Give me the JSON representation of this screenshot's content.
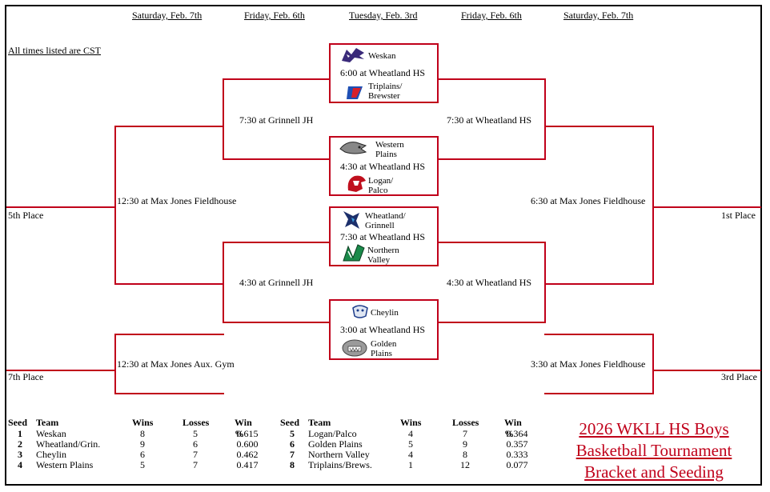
{
  "header": {
    "col1": "Saturday, Feb. 7th",
    "col2": "Friday, Feb. 6th",
    "col3": "Tuesday, Feb. 3rd",
    "col4": "Friday, Feb. 6th",
    "col5": "Saturday, Feb. 7th"
  },
  "note": "All times listed are CST",
  "games": {
    "g1": "6:00 at Wheatland HS",
    "g2": "4:30 at Wheatland HS",
    "g3": "7:30 at Wheatland HS",
    "g4": "3:00 at Wheatland HS",
    "semi_left_top": "7:30 at Grinnell JH",
    "semi_right_top": "7:30 at Wheatland HS",
    "semi_left_bot": "4:30 at Grinnell JH",
    "semi_right_bot": "4:30 at Wheatland HS",
    "fifth_game": "12:30 at Max Jones Fieldhouse",
    "first_game": "6:30 at Max Jones Fieldhouse",
    "seventh_game": "12:30 at Max Jones Aux. Gym",
    "third_game": "3:30 at Max Jones Fieldhouse"
  },
  "places": {
    "fifth": "5th Place",
    "first": "1st Place",
    "seventh": "7th Place",
    "third": "3rd Place"
  },
  "teams": {
    "weskan": "Weskan",
    "triplains1": "Triplains/",
    "triplains2": "Brewster",
    "western1": "Western",
    "western2": "Plains",
    "logan1": "Logan/",
    "logan2": "Palco",
    "wheatland1": "Wheatland/",
    "wheatland2": "Grinnell",
    "northern1": "Northern",
    "northern2": "Valley",
    "cheylin": "Cheylin",
    "golden1": "Golden",
    "golden2": "Plains"
  },
  "seeding": {
    "headers": [
      "Seed",
      "Team",
      "Wins",
      "Losses",
      "Win %"
    ],
    "left": [
      {
        "seed": "1",
        "team": "Weskan",
        "wins": "8",
        "losses": "5",
        "pct": "0.615"
      },
      {
        "seed": "2",
        "team": "Wheatland/Grin.",
        "wins": "9",
        "losses": "6",
        "pct": "0.600"
      },
      {
        "seed": "3",
        "team": "Cheylin",
        "wins": "6",
        "losses": "7",
        "pct": "0.462"
      },
      {
        "seed": "4",
        "team": "Western Plains",
        "wins": "5",
        "losses": "7",
        "pct": "0.417"
      }
    ],
    "right": [
      {
        "seed": "5",
        "team": "Logan/Palco",
        "wins": "4",
        "losses": "7",
        "pct": "0.364"
      },
      {
        "seed": "6",
        "team": "Golden Plains",
        "wins": "5",
        "losses": "9",
        "pct": "0.357"
      },
      {
        "seed": "7",
        "team": "Northern Valley",
        "wins": "4",
        "losses": "8",
        "pct": "0.333"
      },
      {
        "seed": "8",
        "team": "Triplains/Brews.",
        "wins": "1",
        "losses": "12",
        "pct": "0.077"
      }
    ]
  },
  "title": {
    "line1": "2026 WKLL HS Boys",
    "line2": "Basketball Tournament",
    "line3": "Bracket and Seeding"
  },
  "colors": {
    "bracket": "#c0001a",
    "title": "#c0001a"
  }
}
